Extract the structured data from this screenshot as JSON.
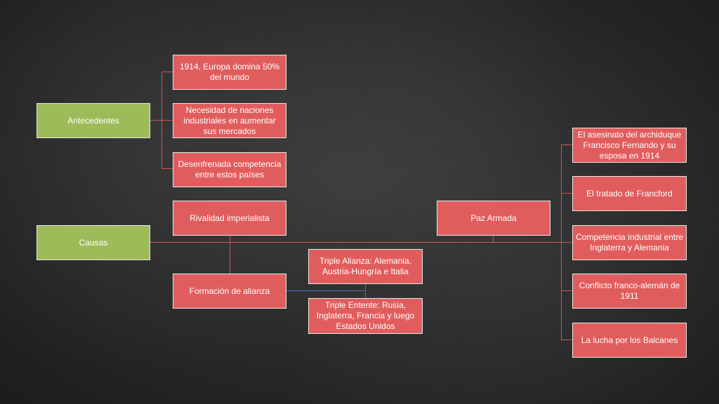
{
  "colors": {
    "background": "#2c2c2c",
    "red_box": "#e15d5d",
    "green_box": "#9dbb59",
    "connector": "#d05555",
    "alliance_connector": "#4f6fc4"
  },
  "nodes": {
    "antecedentes": "Antecedentes",
    "causas": "Causas",
    "europa": "1914, Europa domina 50% del mundo",
    "necesidad": "Necesidad de naciones industriales en aumentar sus mercados",
    "competencia_paises": "Desenfrenada competencia entre estos países",
    "rivalidad": "Rivalidad imperialista",
    "formacion": "Formación de alianza",
    "triple_alianza": "Triple Alianza: Alemania, Austria-Hungría e Italia",
    "triple_entente": "Triple Entente: Rusia, Inglaterra, Francia y luego Estados Unidos",
    "paz_armada": "Paz Armada",
    "asesinato": "El asesinato del archiduque Francisco Fernando y su esposa en 1914",
    "tratado": "El tratado de Francford",
    "competencia_industrial": "Competencia industrial entre Inglaterra y Alemania",
    "conflicto": "Conflicto franco-alemán de 1911",
    "balcanes": "La lucha por los Balcanes"
  }
}
